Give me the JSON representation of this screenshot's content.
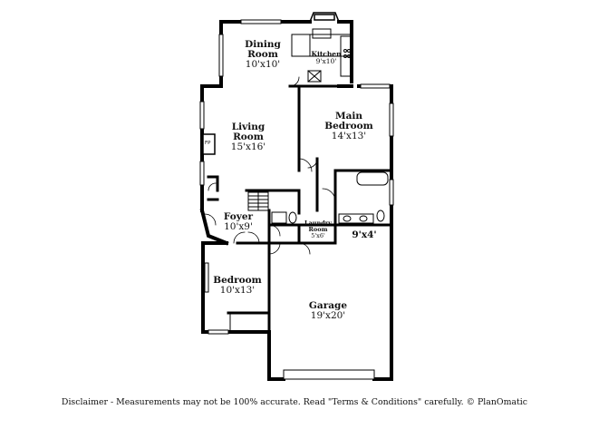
{
  "rooms": {
    "dining": {
      "name": "Dining\nRoom",
      "dim": "10'x10'"
    },
    "kitchen": {
      "name": "Kitchen",
      "dim": "9'x10'"
    },
    "living": {
      "name": "Living\nRoom",
      "dim": "15'x16'"
    },
    "main_bedroom": {
      "name": "Main\nBedroom",
      "dim": "14'x13'"
    },
    "foyer": {
      "name": "Foyer",
      "dim": "10'x9'"
    },
    "laundry": {
      "name": "Laundry\nRoom",
      "dim": "5'x6'"
    },
    "bath": {
      "dim": "9'x4'"
    },
    "bedroom": {
      "name": "Bedroom",
      "dim": "10'x13'"
    },
    "garage": {
      "name": "Garage",
      "dim": "19'x20'"
    }
  },
  "fireplace_label": "FP",
  "disclaimer": "Disclaimer - Measurements may not be 100% accurate. Read \"Terms & Conditions\" carefully. © PlanOmatic"
}
